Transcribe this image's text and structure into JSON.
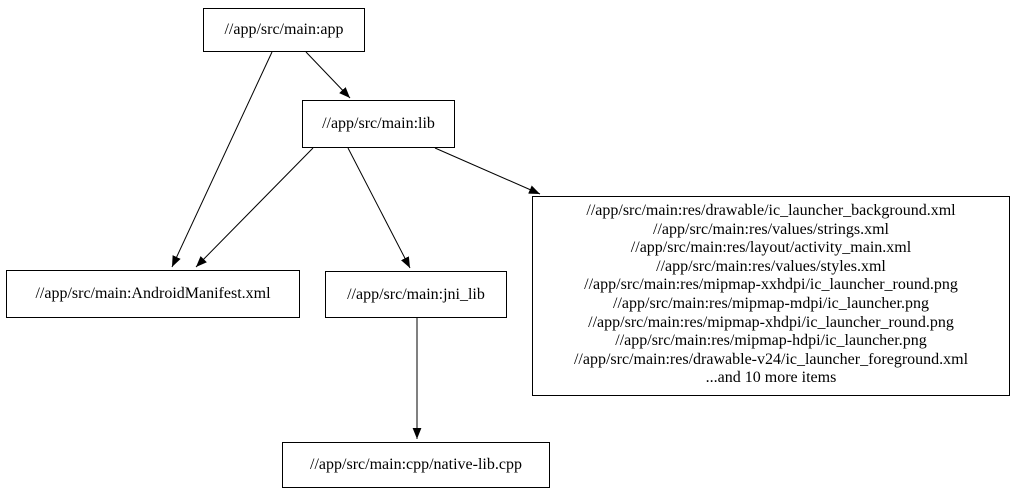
{
  "diagram": {
    "type": "build-dependency-graph",
    "background_color": "#ffffff",
    "node_border_color": "#000000",
    "edge_color": "#000000",
    "text_color": "#000000",
    "nodes": {
      "app": {
        "label": "//app/src/main:app"
      },
      "lib": {
        "label": "//app/src/main:lib"
      },
      "manifest": {
        "label": "//app/src/main:AndroidManifest.xml"
      },
      "jni_lib": {
        "label": "//app/src/main:jni_lib"
      },
      "resources": {
        "lines": [
          "//app/src/main:res/drawable/ic_launcher_background.xml",
          "//app/src/main:res/values/strings.xml",
          "//app/src/main:res/layout/activity_main.xml",
          "//app/src/main:res/values/styles.xml",
          "//app/src/main:res/mipmap-xxhdpi/ic_launcher_round.png",
          "//app/src/main:res/mipmap-mdpi/ic_launcher.png",
          "//app/src/main:res/mipmap-xhdpi/ic_launcher_round.png",
          "//app/src/main:res/mipmap-hdpi/ic_launcher.png",
          "//app/src/main:res/drawable-v24/ic_launcher_foreground.xml",
          "...and 10 more items"
        ]
      },
      "native_cpp": {
        "label": "//app/src/main:cpp/native-lib.cpp"
      }
    },
    "edges": [
      {
        "from": "app",
        "to": "manifest"
      },
      {
        "from": "app",
        "to": "lib"
      },
      {
        "from": "lib",
        "to": "manifest"
      },
      {
        "from": "lib",
        "to": "jni_lib"
      },
      {
        "from": "lib",
        "to": "resources"
      },
      {
        "from": "jni_lib",
        "to": "native_cpp"
      }
    ]
  }
}
